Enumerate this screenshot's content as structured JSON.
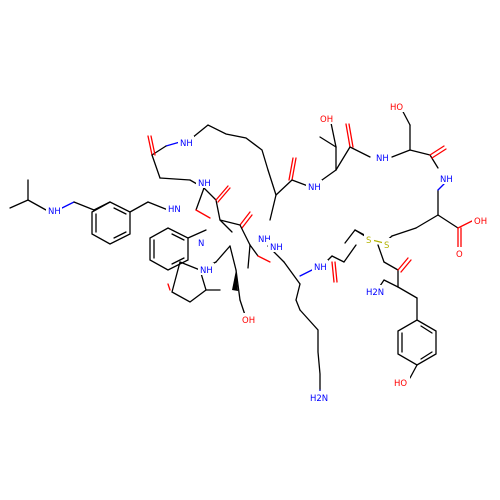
{
  "diagram": {
    "type": "chemical-structure",
    "background": "#ffffff",
    "colors": {
      "carbon": "#000000",
      "oxygen": "#ff0000",
      "nitrogen": "#0000ff",
      "sulfur": "#b2b200"
    },
    "atom_labels": {
      "oh_thr_top": "OH",
      "nh_thr_ser": "NH",
      "oh_ser": "HO",
      "nh_cys": "NH",
      "oh_acid": "OH",
      "o_acid": "O",
      "s1": "S",
      "s2": "S",
      "nh_mid1": "NH",
      "nh_mid2": "NH",
      "nh_mid3": "NH",
      "nh_mid4": "NH",
      "nh2_tyr": "H2N",
      "nh2_lys": "H2N",
      "oh_tyr": "HO",
      "nh_iso": "NH",
      "nh_ring_top": "NH",
      "nh_lactam": "NH",
      "nh_left": "HN",
      "oh_thr_low": "OH",
      "nh_trp": "NH",
      "nh_his": "N"
    }
  }
}
